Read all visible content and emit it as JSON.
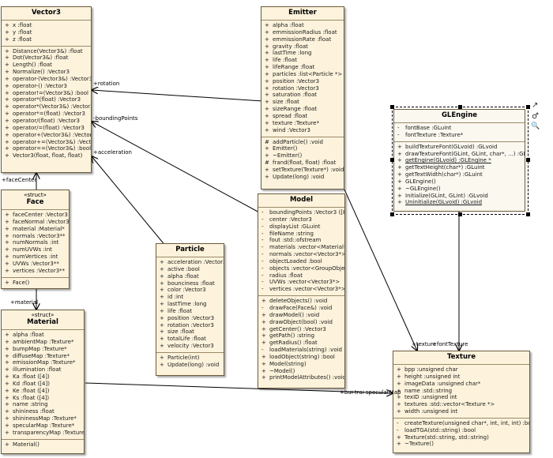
{
  "classes": {
    "vector3": {
      "name": "Vector3",
      "attrs": [
        {
          "v": "+",
          "t": "x :float"
        },
        {
          "v": "+",
          "t": "y :float"
        },
        {
          "v": "+",
          "t": "z :float"
        }
      ],
      "ops": [
        {
          "v": "+",
          "t": "Distance(Vector3&) :float"
        },
        {
          "v": "+",
          "t": "Dot(Vector3&) :float"
        },
        {
          "v": "+",
          "t": "Length() :float"
        },
        {
          "v": "+",
          "t": "Normalize() :Vector3"
        },
        {
          "v": "+",
          "t": "operator-(Vector3&) :Vector3"
        },
        {
          "v": "+",
          "t": "operator-() :Vector3"
        },
        {
          "v": "+",
          "t": "operator!=(Vector3&) :bool"
        },
        {
          "v": "+",
          "t": "operator*(float) :Vector3"
        },
        {
          "v": "+",
          "t": "operator*(Vector3&) :Vector3"
        },
        {
          "v": "+",
          "t": "operator*=(float) :Vector3"
        },
        {
          "v": "+",
          "t": "operator/(float) :Vector3"
        },
        {
          "v": "+",
          "t": "operator/=(float) :Vector3"
        },
        {
          "v": "+",
          "t": "operator+(Vector3&) :Vector3"
        },
        {
          "v": "+",
          "t": "operator+=(Vector3&) :Vector3"
        },
        {
          "v": "+",
          "t": "operator==(Vector3&) :bool"
        },
        {
          "v": "+",
          "t": "Vector3(float, float, float)"
        }
      ]
    },
    "face": {
      "stereotype": "«struct»",
      "name": "Face",
      "attrs": [
        {
          "v": "+",
          "t": "faceCenter :Vector3"
        },
        {
          "v": "+",
          "t": "faceNormal :Vector3"
        },
        {
          "v": "+",
          "t": "material :Material*"
        },
        {
          "v": "+",
          "t": "normals :Vector3**"
        },
        {
          "v": "+",
          "t": "numNormals :int"
        },
        {
          "v": "+",
          "t": "numUVWs :int"
        },
        {
          "v": "+",
          "t": "numVertices :int"
        },
        {
          "v": "+",
          "t": "UVWs :Vector3**"
        },
        {
          "v": "+",
          "t": "vertices :Vector3**"
        }
      ],
      "ops": [
        {
          "v": "+",
          "t": "Face()"
        }
      ]
    },
    "material": {
      "stereotype": "«struct»",
      "name": "Material",
      "attrs": [
        {
          "v": "+",
          "t": "alpha :float"
        },
        {
          "v": "+",
          "t": "ambientMap :Texture*"
        },
        {
          "v": "+",
          "t": "bumpMap :Texture*"
        },
        {
          "v": "+",
          "t": "diffuseMap :Texture*"
        },
        {
          "v": "+",
          "t": "emissionMap :Texture*"
        },
        {
          "v": "+",
          "t": "illumination :float"
        },
        {
          "v": "+",
          "t": "Ka :float ([4])"
        },
        {
          "v": "+",
          "t": "Kd :float ([4])"
        },
        {
          "v": "+",
          "t": "Ke :float ([4])"
        },
        {
          "v": "+",
          "t": "Ks :float ([4])"
        },
        {
          "v": "+",
          "t": "name :string"
        },
        {
          "v": "+",
          "t": "shininess :float"
        },
        {
          "v": "+",
          "t": "shininessMap :Texture*"
        },
        {
          "v": "+",
          "t": "specularMap :Texture*"
        },
        {
          "v": "+",
          "t": "transparencyMap :Texture*"
        }
      ],
      "ops": [
        {
          "v": "+",
          "t": "Material()"
        }
      ]
    },
    "particle": {
      "name": "Particle",
      "attrs": [
        {
          "v": "+",
          "t": "acceleration :Vector3"
        },
        {
          "v": "+",
          "t": "active :bool"
        },
        {
          "v": "+",
          "t": "alpha :float"
        },
        {
          "v": "+",
          "t": "bounciness :float"
        },
        {
          "v": "+",
          "t": "color :Vector3"
        },
        {
          "v": "+",
          "t": "id :int"
        },
        {
          "v": "+",
          "t": "lastTime :long"
        },
        {
          "v": "+",
          "t": "life :float"
        },
        {
          "v": "+",
          "t": "position :Vector3"
        },
        {
          "v": "+",
          "t": "rotation :Vector3"
        },
        {
          "v": "+",
          "t": "size :float"
        },
        {
          "v": "+",
          "t": "totalLife :float"
        },
        {
          "v": "+",
          "t": "velocity :Vector3"
        }
      ],
      "ops": [
        {
          "v": "+",
          "t": "Particle(int)"
        },
        {
          "v": "+",
          "t": "Update(long) :void"
        }
      ]
    },
    "emitter": {
      "name": "Emitter",
      "attrs": [
        {
          "v": "+",
          "t": "alpha :float"
        },
        {
          "v": "+",
          "t": "emmissionRadius :float"
        },
        {
          "v": "+",
          "t": "emmissionRate :float"
        },
        {
          "v": "+",
          "t": "gravity :float"
        },
        {
          "v": "+",
          "t": "lastTime :long"
        },
        {
          "v": "+",
          "t": "life :float"
        },
        {
          "v": "+",
          "t": "lifeRange :float"
        },
        {
          "v": "+",
          "t": "particles :list<Particle *>"
        },
        {
          "v": "+",
          "t": "position :Vector3"
        },
        {
          "v": "+",
          "t": "rotation :Vector3"
        },
        {
          "v": "+",
          "t": "saturation :float"
        },
        {
          "v": "+",
          "t": "size :float"
        },
        {
          "v": "+",
          "t": "sizeRange :float"
        },
        {
          "v": "+",
          "t": "spread :float"
        },
        {
          "v": "+",
          "t": "texture :Texture*"
        },
        {
          "v": "+",
          "t": "wind :Vector3"
        }
      ],
      "ops": [
        {
          "v": "#",
          "t": "addParticle() :void"
        },
        {
          "v": "+",
          "t": "Emitter()"
        },
        {
          "v": "+",
          "t": "~Emitter()"
        },
        {
          "v": "#",
          "t": "frand(float, float) :float"
        },
        {
          "v": "+",
          "t": "setTexture(Texture*) :void"
        },
        {
          "v": "+",
          "t": "Update(long) :void"
        }
      ]
    },
    "model": {
      "name": "Model",
      "attrs": [
        {
          "v": "-",
          "t": "boundingPoints :Vector3 ([8])"
        },
        {
          "v": "-",
          "t": "center :Vector3"
        },
        {
          "v": "-",
          "t": "displayList :GLuint"
        },
        {
          "v": "-",
          "t": "fileName :string"
        },
        {
          "v": "-",
          "t": "fout :std::ofstream"
        },
        {
          "v": "-",
          "t": "materials :vector<Material*>"
        },
        {
          "v": "-",
          "t": "normals :vector<Vector3*>"
        },
        {
          "v": "-",
          "t": "objectLoaded :bool"
        },
        {
          "v": "-",
          "t": "objects :vector<GroupObject*>"
        },
        {
          "v": "-",
          "t": "radius :float"
        },
        {
          "v": "-",
          "t": "UVWs :vector<Vector3*>"
        },
        {
          "v": "-",
          "t": "vertices :vector<Vector3*>"
        }
      ],
      "ops": [
        {
          "v": "+",
          "t": "deleteObjects() :void"
        },
        {
          "v": "-",
          "t": "drawFace(Face&) :void"
        },
        {
          "v": "+",
          "t": "drawModel() :void"
        },
        {
          "v": "+",
          "t": "drawObject(bool) :void"
        },
        {
          "v": "+",
          "t": "getCenter() :Vector3"
        },
        {
          "v": "+",
          "t": "getPath() :string"
        },
        {
          "v": "+",
          "t": "getRadius() :float"
        },
        {
          "v": "-",
          "t": "loadMaterials(string) :void"
        },
        {
          "v": "+",
          "t": "loadObject(string) :bool"
        },
        {
          "v": "+",
          "t": "Model(string)"
        },
        {
          "v": "+",
          "t": "~Model()"
        },
        {
          "v": "+",
          "t": "printModelAttributes() :void"
        }
      ]
    },
    "glengine": {
      "name": "GLEngine",
      "attrs": [
        {
          "v": "-",
          "t": "fontBase :GLuint"
        },
        {
          "v": "-",
          "t": "fontTexture :Texture*"
        }
      ],
      "ops": [
        {
          "v": "+",
          "t": "buildTextureFont(GLvoid) :GLvoid",
          "u": false
        },
        {
          "v": "+",
          "t": "drawTextureFont(GLint, GLint, char*, ...) :GLvoid",
          "u": false
        },
        {
          "v": "+",
          "t": "getEngine(GLvoid) :GLEngine *",
          "u": true
        },
        {
          "v": "+",
          "t": "getTextHeight(char*) :GLuint",
          "u": false
        },
        {
          "v": "+",
          "t": "getTextWidth(char*) :GLuint",
          "u": false
        },
        {
          "v": "+",
          "t": "GLEngine()",
          "u": false
        },
        {
          "v": "+",
          "t": "~GLEngine()",
          "u": false
        },
        {
          "v": "+",
          "t": "Initialize(GLint, GLint) :GLvoid",
          "u": false
        },
        {
          "v": "+",
          "t": "Uninitialize(GLvoid) :GLvoid",
          "u": true
        }
      ]
    },
    "texture": {
      "name": "Texture",
      "attrs": [
        {
          "v": "+",
          "t": "bpp :unsigned char"
        },
        {
          "v": "+",
          "t": "height :unsigned int"
        },
        {
          "v": "+",
          "t": "imageData :unsigned char*"
        },
        {
          "v": "+",
          "t": "name :std::string"
        },
        {
          "v": "+",
          "t": "texID :unsigned int"
        },
        {
          "v": "+",
          "t": "textures :std::vector<Texture *>"
        },
        {
          "v": "+",
          "t": "width :unsigned int"
        }
      ],
      "ops": [
        {
          "v": "-",
          "t": "createTexture(unsigned char*, int, int, int) :bool"
        },
        {
          "v": "-",
          "t": "loadTGA(std::string) :bool"
        },
        {
          "v": "+",
          "t": "Texture(std::string, std::string)"
        },
        {
          "v": "+",
          "t": "~Texture()"
        }
      ]
    }
  },
  "labels": {
    "rotation": "+rotation",
    "bounding_points": "-boundingPoints",
    "acceleration": "+acceleration",
    "face_center": "+faceCenter",
    "material": "+material",
    "texture_font_texture": "+texture",
    "font_texture": "+fontTexture",
    "bump_map": "+bu",
    "trans": "+tra",
    "specular_map": "+specularMap"
  },
  "toolbar": {
    "arrow_icon": "↗",
    "gender_icon": "♂",
    "zoom_icon": "🔍"
  },
  "colors": {
    "class_fill": "#fdf3dc",
    "class_border": "#6b5a3c"
  }
}
